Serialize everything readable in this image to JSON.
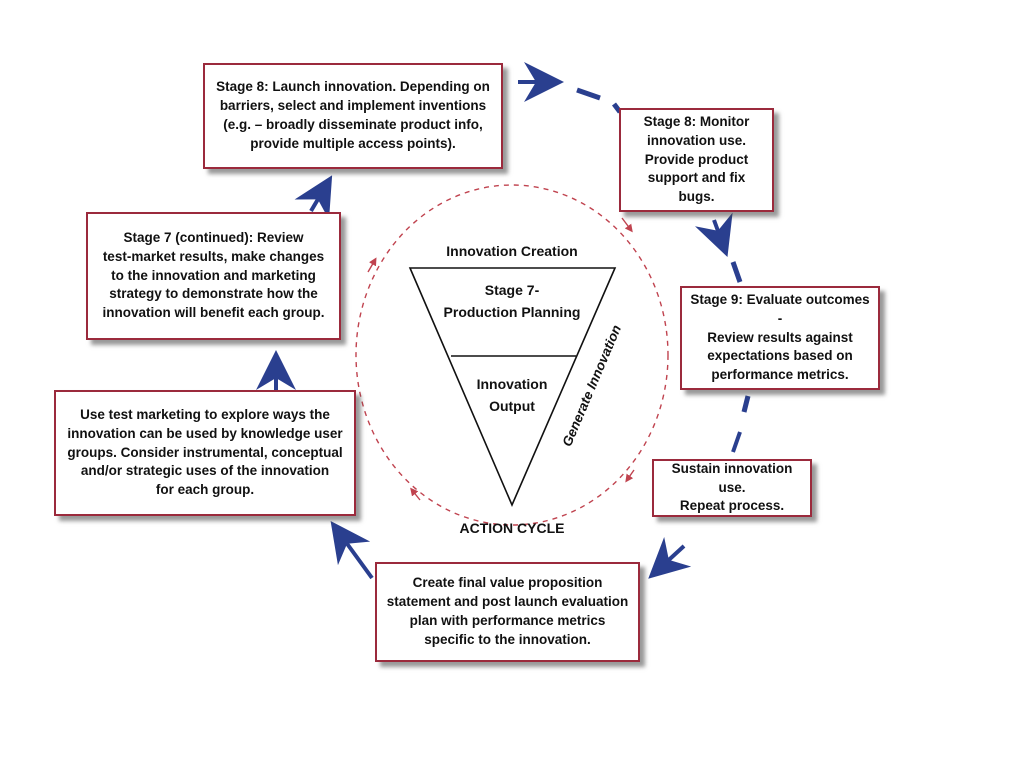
{
  "colors": {
    "arrow": "#2a3f8f",
    "box_border": "#9b2a3c",
    "cycle_dash": "#c0434f",
    "text": "#111111"
  },
  "boxes": {
    "launch": "Stage 8: Launch innovation. Depending on\nbarriers, select and implement inventions\n(e.g. – broadly disseminate product info,\nprovide multiple access points).",
    "monitor": "Stage 8: Monitor\ninnovation use.\nProvide product\nsupport and fix bugs.",
    "evaluate": "Stage 9: Evaluate outcomes -\nReview results against\nexpectations based on\nperformance metrics.",
    "sustain": "Sustain innovation use.\nRepeat process.",
    "value_prop": "Create final value proposition\nstatement and post launch evaluation\nplan with performance metrics\nspecific to the innovation.",
    "test_marketing": "Use test marketing to explore ways the\ninnovation can be used by knowledge user\ngroups. Consider instrumental, conceptual\nand/or strategic uses of the innovation\nfor each group.",
    "stage7_continued": "Stage 7 (continued): Review\ntest-market results, make changes\nto the innovation and marketing\nstrategy to demonstrate how the\ninnovation will benefit each group."
  },
  "center": {
    "innovation_creation": "Innovation Creation",
    "production_planning": "Stage 7-\nProduction Planning",
    "innovation_output": "Innovation\nOutput",
    "generate_innovation": "Generate Innovation",
    "action_cycle": "ACTION CYCLE"
  }
}
